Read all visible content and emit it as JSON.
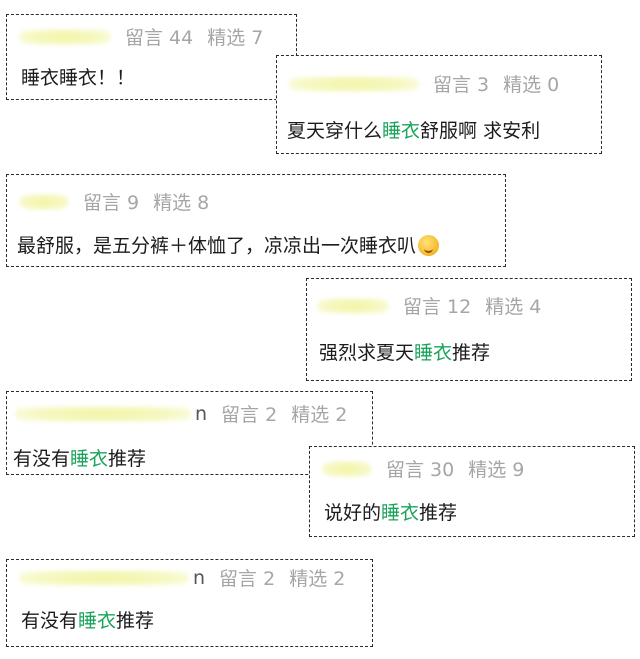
{
  "comments": [
    {
      "meta_replies": "留言 44",
      "meta_picks": "精选 7",
      "text": "睡衣睡衣！！"
    },
    {
      "meta_replies": "留言 3",
      "meta_picks": "精选 0",
      "text_before": "夏天穿什么",
      "highlight": "睡衣",
      "text_after": "舒服啊 求安利"
    },
    {
      "meta_replies": "留言 9",
      "meta_picks": "精选 8",
      "text": "最舒服，是五分裤＋体恤了，凉凉出一次睡衣叭",
      "emoji": "thinking-face-emoji"
    },
    {
      "meta_replies": "留言 12",
      "meta_picks": "精选 4",
      "text_before": "强烈求夏天",
      "highlight": "睡衣",
      "text_after": "推荐"
    },
    {
      "name_tail": "n",
      "meta_replies": "留言 2",
      "meta_picks": "精选 2",
      "text_before": "有没有",
      "highlight": "睡衣",
      "text_after": "推荐"
    },
    {
      "meta_replies": "留言 30",
      "meta_picks": "精选 9",
      "text_before": "说好的",
      "highlight": "睡衣",
      "text_after": "推荐"
    },
    {
      "name_tail": "n",
      "meta_replies": "留言 2",
      "meta_picks": "精选 2",
      "text_before": "有没有",
      "highlight": "睡衣",
      "text_after": "推荐"
    }
  ],
  "colors": {
    "highlight": "#19a35a",
    "meta": "#a6a6a6",
    "border": "#2b2b2b"
  }
}
